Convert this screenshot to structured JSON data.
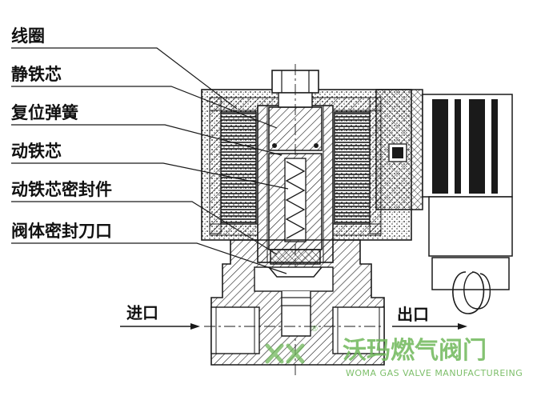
{
  "labels": {
    "coil": "线圈",
    "static_core": "静铁芯",
    "return_spring": "复位弹簧",
    "moving_core": "动铁芯",
    "moving_core_seal": "动铁芯密封件",
    "valve_seat_edge": "阀体密封刀口"
  },
  "flow": {
    "inlet": "进口",
    "outlet": "出口"
  },
  "watermark": {
    "name_cn": "沃玛燃气阀门",
    "name_en": "WOMA GAS VALVE MANUFACTUREING",
    "registered_mark": "®"
  },
  "colors": {
    "line": "#1a1a1a",
    "watermark": "#6fb85a"
  }
}
